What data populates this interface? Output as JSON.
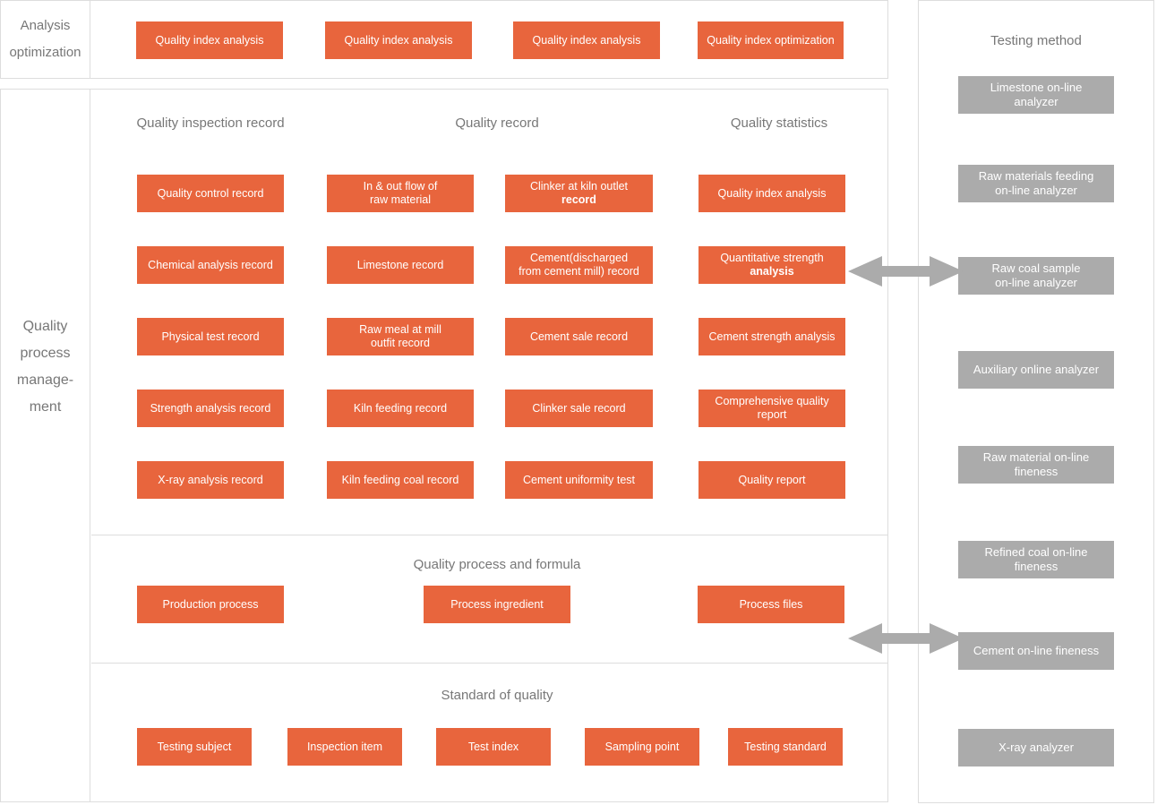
{
  "colors": {
    "accent": "#E8653D",
    "gray_button": "#ABABAB",
    "arrow": "#ABABAB",
    "border": "#DDDDDD",
    "label_text": "#777777"
  },
  "top_section": {
    "label": "Analysis optimization",
    "buttons": [
      "Quality index analysis",
      "Quality index analysis",
      "Quality index analysis",
      "Quality index optimization"
    ]
  },
  "management_section": {
    "label": "Quality\nprocess\nmanage-\nment",
    "records": {
      "headers": [
        "Quality inspection record",
        "Quality record",
        "Quality statistics"
      ],
      "col1": [
        "Quality control record",
        "Chemical analysis record",
        "Physical test record",
        "Strength analysis record",
        "X-ray analysis record"
      ],
      "col2": [
        "In & out flow of\nraw material",
        "Limestone record",
        "Raw meal at mill\noutfit record",
        "Kiln feeding record",
        "Kiln feeding coal record"
      ],
      "col3": [
        {
          "text": "Clinker at kiln outlet\n",
          "bold": "record"
        },
        "Cement(discharged\nfrom cement mill) record",
        "Cement sale record",
        "Clinker sale record",
        "Cement uniformity test"
      ],
      "col4": [
        "Quality index analysis",
        {
          "text": "Quantitative strength\n",
          "bold": "analysis"
        },
        "Cement strength analysis",
        "Comprehensive quality\nreport",
        "Quality report"
      ]
    },
    "process": {
      "header": "Quality process and formula",
      "buttons": [
        "Production process",
        "Process ingredient",
        "Process files"
      ]
    },
    "standard": {
      "header": "Standard of quality",
      "buttons": [
        "Testing subject",
        "Inspection item",
        "Test index",
        "Sampling point",
        "Testing standard"
      ]
    }
  },
  "testing_panel": {
    "header": "Testing method",
    "buttons": [
      "Limestone  on-line\nanalyzer",
      "Raw materials feeding\non-line analyzer",
      "Raw coal sample\non-line analyzer",
      "Auxiliary online analyzer",
      "Raw material on-line\nfineness",
      "Refined coal on-line\nfineness",
      "Cement on-line fineness",
      "X-ray analyzer"
    ]
  },
  "arrows": [
    {
      "from": "Quantitative strength analysis",
      "to": "Raw coal sample on-line analyzer"
    },
    {
      "from": "Process files",
      "to": "Cement on-line fineness"
    }
  ]
}
